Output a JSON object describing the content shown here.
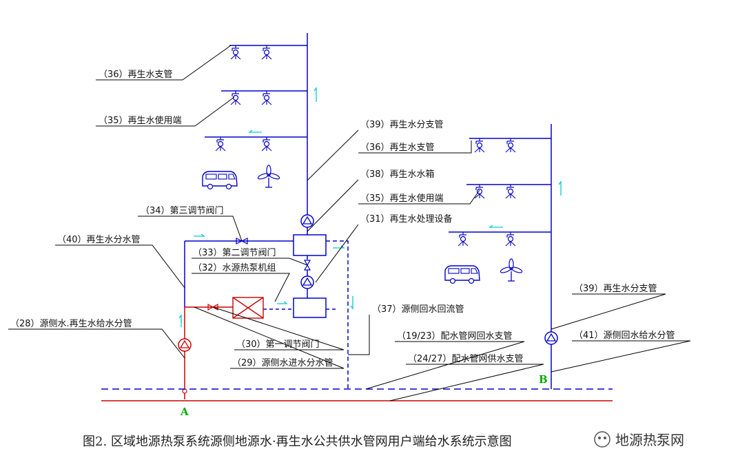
{
  "colors": {
    "supply": "#0000cc",
    "source": "#cc0000",
    "leader": "#000000",
    "flow_arrow": "#00cccc",
    "point_a": "#00aa00",
    "point_b": "#00aa00"
  },
  "labels": {
    "l36_top": "（36）再生水支管",
    "l35_top": "（35）再生水使用端",
    "l39_mid": "（39）再生水分支管",
    "l36_right": "（36）再生水支管",
    "l38": "（38）再生水水箱",
    "l35_right": "（35）再生水使用端",
    "l34": "（34）第三调节阀门",
    "l31": "（31）再生水处理设备",
    "l40": "（40）再生水分水管",
    "l33": "（33）第二调节阀门",
    "l32": "（32）水源热泵机组",
    "l37": "（37）源侧回水回流管",
    "l39_right": "（39）再生水分支管",
    "l28": "（28）源侧水.再生水给水分管",
    "l19": "（19/23）配水管网回水支管",
    "l41": "（41）源侧回水给水分管",
    "l30": "（30）第一调节阀门",
    "l29": "（29）源侧水进水分水管",
    "l24": "（24/27）配水管网供水支管"
  },
  "points": {
    "a": "A",
    "b": "B"
  },
  "caption": "图2. 区域地源热泵系统源侧地源水·再生水公共供水管网用户端给水系统示意图",
  "watermark": "地源热泵网",
  "icons": {
    "sprinkler": "sprinkler-icon",
    "vehicle": "vehicle-icon",
    "fan": "fan-icon",
    "pump": "pump-icon",
    "valve": "valve-icon",
    "heat_pump": "heat-pump-icon",
    "tank": "tank-icon"
  }
}
